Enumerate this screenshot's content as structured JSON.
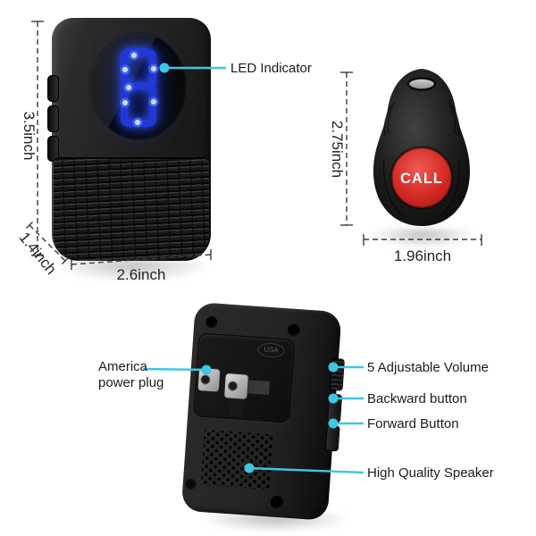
{
  "palette": {
    "callout_color": "#3cc7e2",
    "dimension_color": "#3a3a3a",
    "label_color": "#1b1b1b",
    "led_color": "#2438e0",
    "call_button_color": "#d02824",
    "device_color": "#1d1d1d"
  },
  "receiver_front": {
    "display_digit": "8",
    "callout_led": "LED Indicator",
    "dimensions": {
      "height": "3.5inch",
      "depth": "1.4inch",
      "width": "2.6inch"
    }
  },
  "call_remote": {
    "button_label": "CALL",
    "dimensions": {
      "height": "2.75inch",
      "width": "1.96inch"
    }
  },
  "receiver_back": {
    "plug_marking": "USA",
    "callouts": {
      "plug_line1": "America",
      "plug_line2": "power plug",
      "volume": "5 Adjustable Volume",
      "backward": "Backward button",
      "forward": "Forward Button",
      "speaker": "High Quality Speaker"
    }
  }
}
